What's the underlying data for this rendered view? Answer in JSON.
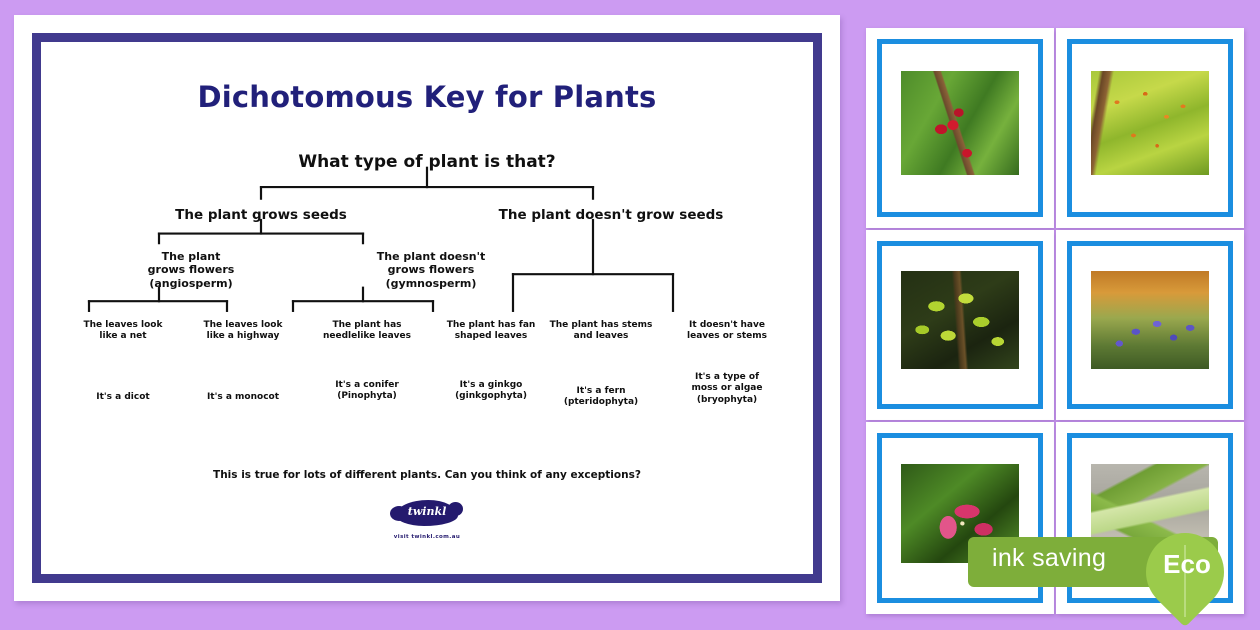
{
  "theme": {
    "background_color": "#cc9bf2",
    "poster_frame_color": "#413a8e",
    "title_color": "#21207a",
    "thumb_border_color": "#1b8ee0",
    "eco_bar_color": "#7eae3a",
    "eco_leaf_color": "#9bcb4b"
  },
  "poster": {
    "title": "Dichotomous Key for Plants",
    "root_question": "What type of plant is that?",
    "level2": [
      {
        "label": "The plant grows seeds"
      },
      {
        "label": "The plant doesn't grow seeds"
      }
    ],
    "level3": [
      {
        "label": "The plant\ngrows flowers\n(angiosperm)"
      },
      {
        "label": "The plant doesn't\ngrows flowers\n(gymnosperm)"
      }
    ],
    "level4": [
      {
        "label": "The leaves look\nlike a net"
      },
      {
        "label": "The leaves look\nlike a highway"
      },
      {
        "label": "The plant has\nneedlelike leaves"
      },
      {
        "label": "The plant has fan\nshaped leaves"
      },
      {
        "label": "The plant has stems\nand leaves"
      },
      {
        "label": "It doesn't have\nleaves or stems"
      }
    ],
    "results": [
      {
        "label": "It's a dicot"
      },
      {
        "label": "It's a monocot"
      },
      {
        "label": "It's a conifer\n(Pinophyta)"
      },
      {
        "label": "It's a ginkgo\n(ginkgophyta)"
      },
      {
        "label": "It's a fern\n(pteridophyta)"
      },
      {
        "label": "It's a type of\nmoss or algae\n(bryophyta)"
      }
    ],
    "note": "This is true for lots of different plants. Can you think of any exceptions?",
    "logo": {
      "wordmark": "twinkl",
      "url": "visit twinkl.com.au"
    }
  },
  "thumbnails": [
    {
      "name": "cherry-branch-card",
      "photo": "ph-cherry"
    },
    {
      "name": "conifer-shrub-card",
      "photo": "ph-conifer"
    },
    {
      "name": "ginkgo-leaves-card",
      "photo": "ph-ginkgo"
    },
    {
      "name": "blue-flowers-card",
      "photo": "ph-blueflower"
    },
    {
      "name": "pink-lily-card",
      "photo": "ph-lily"
    },
    {
      "name": "green-leaf-pod-card",
      "photo": "ph-leafpod"
    }
  ],
  "eco_badge": {
    "ink_saving_label": "ink saving",
    "eco_label": "Eco"
  }
}
